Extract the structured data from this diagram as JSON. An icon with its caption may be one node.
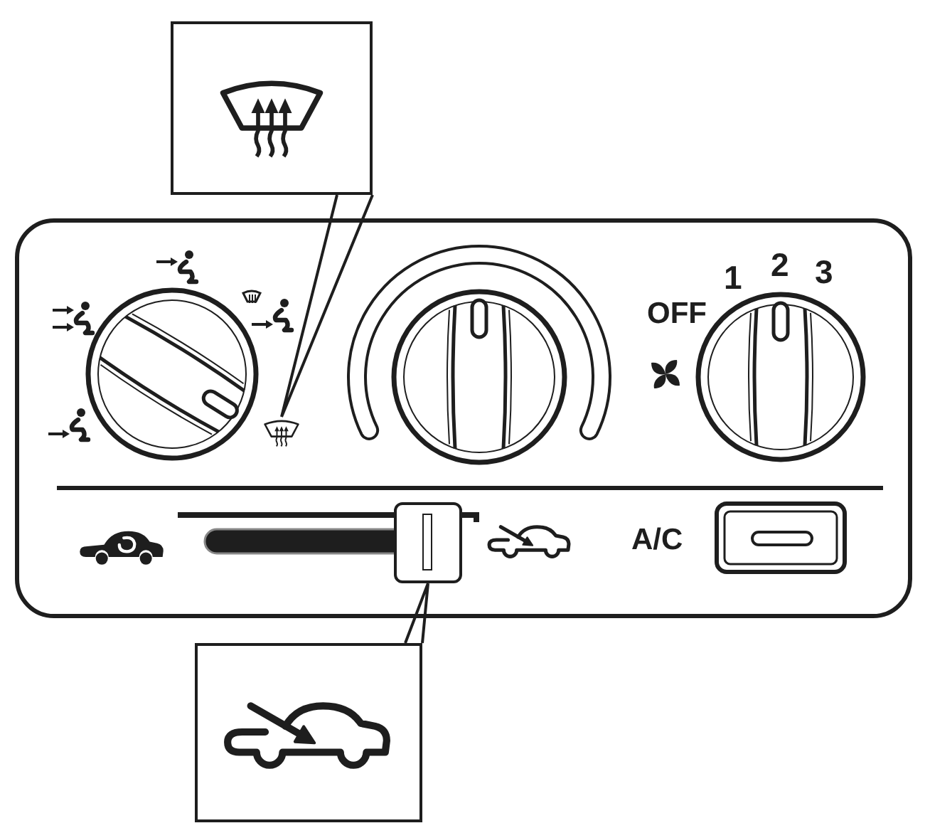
{
  "diagram": {
    "nodes": [
      {
        "text": [],
        "shape": "box"
      },
      {
        "text": [],
        "shape": "picture"
      },
      {
        "text": [],
        "shape": "box"
      },
      {
        "text": [],
        "shape": "box"
      }
    ],
    "edges": [
      {
        "from": 0,
        "to": 1,
        "arrow": "none"
      },
      {
        "from": 3,
        "to": 2,
        "arrow": "none"
      }
    ],
    "labels": [
      "OFF",
      "1",
      "2",
      "3",
      "A/C"
    ]
  }
}
